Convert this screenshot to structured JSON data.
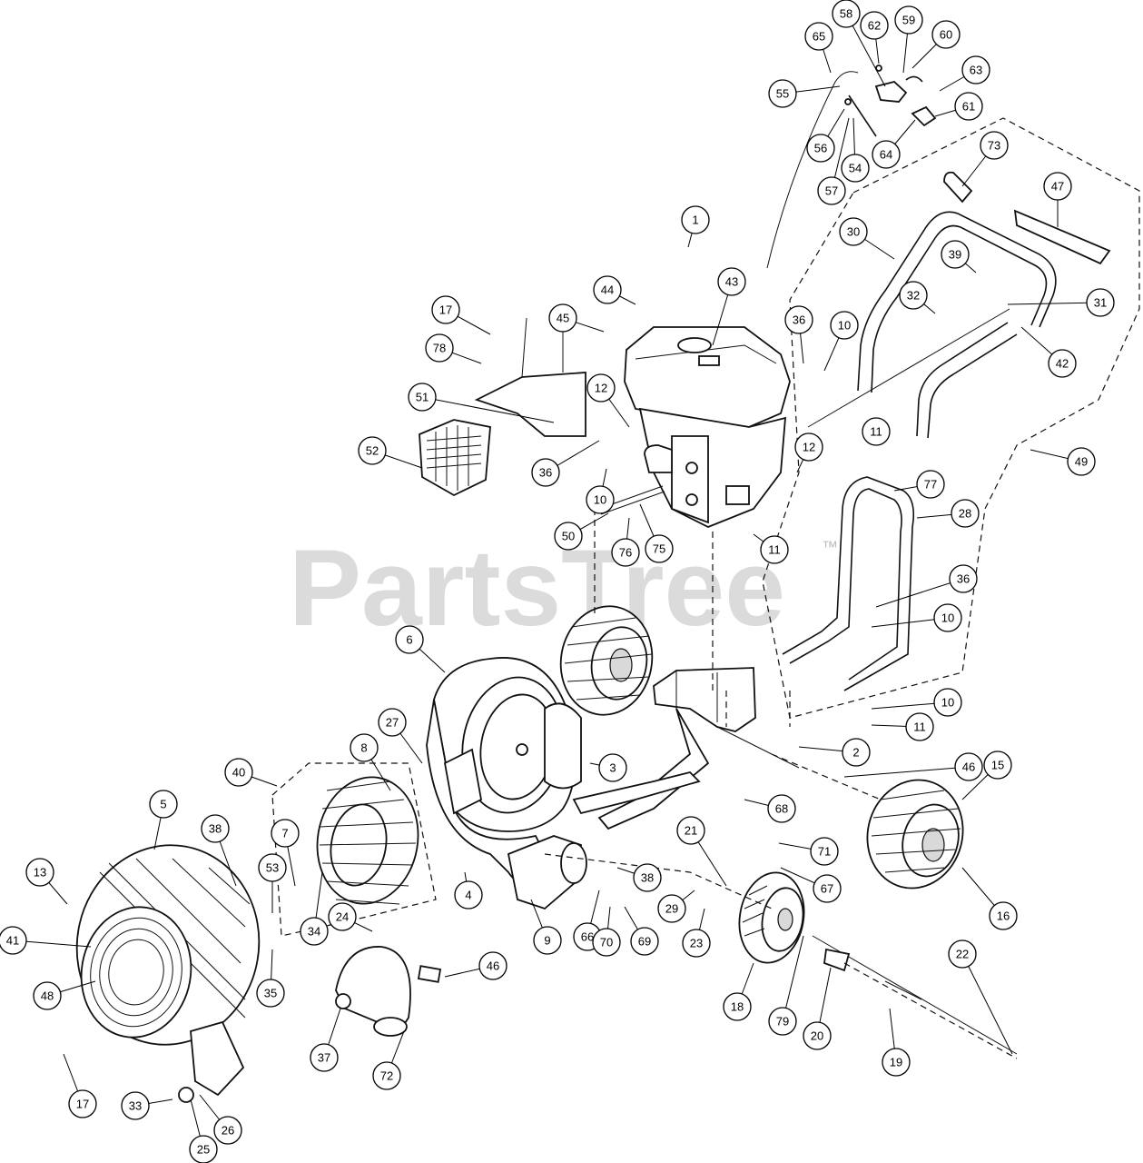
{
  "watermark": "PartsTree",
  "watermark_mark": "™",
  "callouts": [
    {
      "n": "1"
    },
    {
      "n": "2"
    },
    {
      "n": "3"
    },
    {
      "n": "4"
    },
    {
      "n": "5"
    },
    {
      "n": "6"
    },
    {
      "n": "7"
    },
    {
      "n": "8"
    },
    {
      "n": "9"
    },
    {
      "n": "10"
    },
    {
      "n": "10"
    },
    {
      "n": "10"
    },
    {
      "n": "10"
    },
    {
      "n": "11"
    },
    {
      "n": "11"
    },
    {
      "n": "11"
    },
    {
      "n": "12"
    },
    {
      "n": "12"
    },
    {
      "n": "13"
    },
    {
      "n": "15"
    },
    {
      "n": "16"
    },
    {
      "n": "17"
    },
    {
      "n": "17"
    },
    {
      "n": "18"
    },
    {
      "n": "19"
    },
    {
      "n": "20"
    },
    {
      "n": "21"
    },
    {
      "n": "22"
    },
    {
      "n": "23"
    },
    {
      "n": "24"
    },
    {
      "n": "25"
    },
    {
      "n": "26"
    },
    {
      "n": "27"
    },
    {
      "n": "28"
    },
    {
      "n": "29"
    },
    {
      "n": "30"
    },
    {
      "n": "31"
    },
    {
      "n": "32"
    },
    {
      "n": "33"
    },
    {
      "n": "34"
    },
    {
      "n": "35"
    },
    {
      "n": "36"
    },
    {
      "n": "36"
    },
    {
      "n": "36"
    },
    {
      "n": "37"
    },
    {
      "n": "38"
    },
    {
      "n": "38"
    },
    {
      "n": "39"
    },
    {
      "n": "40"
    },
    {
      "n": "41"
    },
    {
      "n": "42"
    },
    {
      "n": "43"
    },
    {
      "n": "44"
    },
    {
      "n": "45"
    },
    {
      "n": "46"
    },
    {
      "n": "46"
    },
    {
      "n": "47"
    },
    {
      "n": "48"
    },
    {
      "n": "49"
    },
    {
      "n": "50"
    },
    {
      "n": "51"
    },
    {
      "n": "52"
    },
    {
      "n": "53"
    },
    {
      "n": "54"
    },
    {
      "n": "55"
    },
    {
      "n": "56"
    },
    {
      "n": "57"
    },
    {
      "n": "58"
    },
    {
      "n": "59"
    },
    {
      "n": "60"
    },
    {
      "n": "61"
    },
    {
      "n": "62"
    },
    {
      "n": "63"
    },
    {
      "n": "64"
    },
    {
      "n": "65"
    },
    {
      "n": "66"
    },
    {
      "n": "67"
    },
    {
      "n": "68"
    },
    {
      "n": "69"
    },
    {
      "n": "70"
    },
    {
      "n": "71"
    },
    {
      "n": "72"
    },
    {
      "n": "73"
    },
    {
      "n": "75"
    },
    {
      "n": "76"
    },
    {
      "n": "77"
    },
    {
      "n": "78"
    },
    {
      "n": "79"
    }
  ]
}
